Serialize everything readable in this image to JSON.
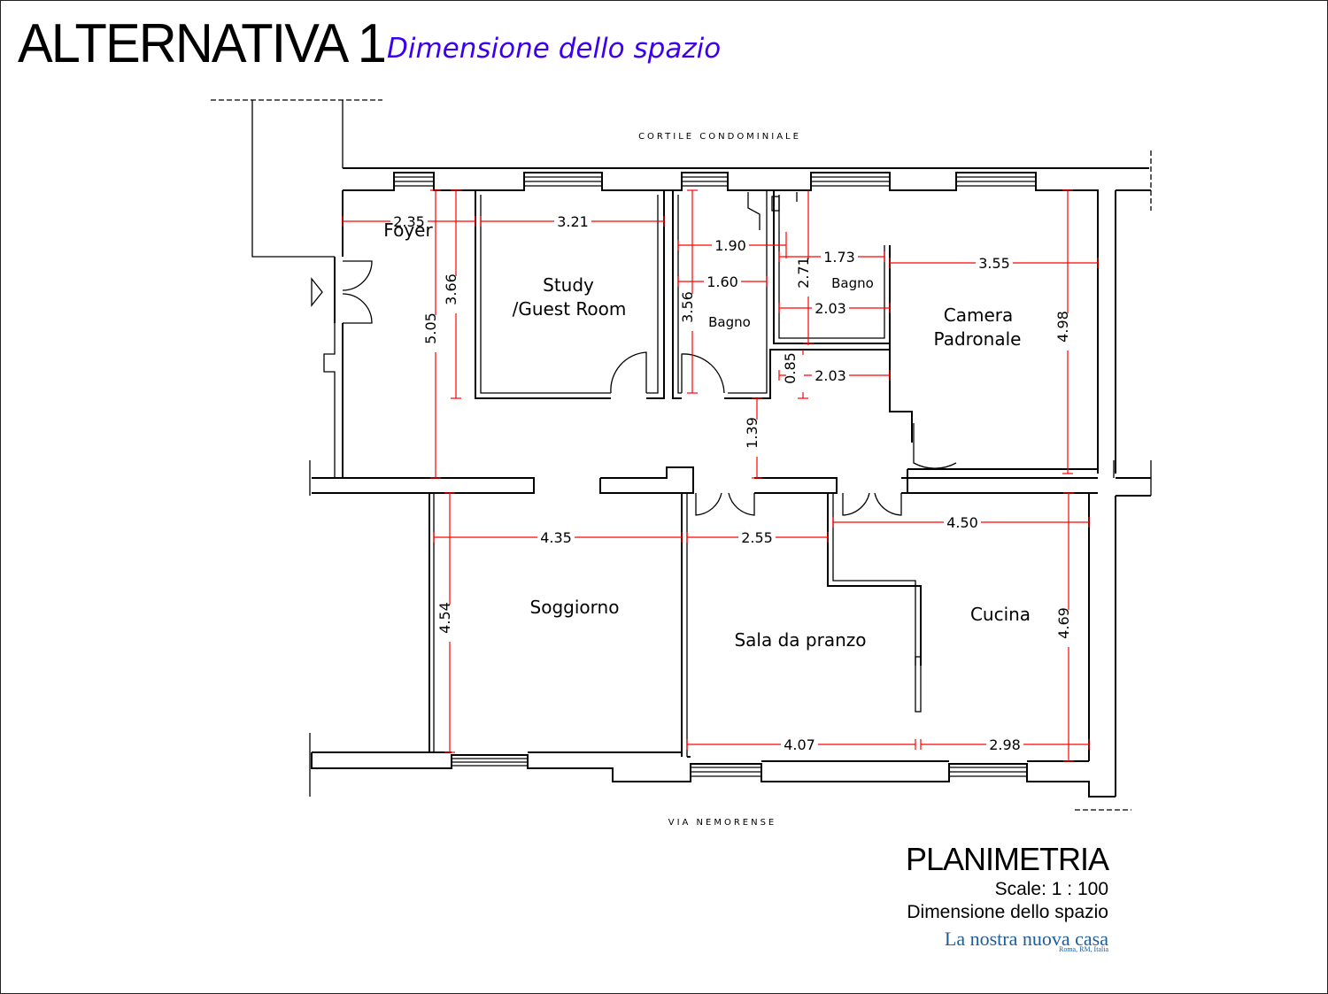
{
  "header": {
    "title": "ALTERNATIVA 1",
    "subtitle": "Dimensione dello spazio"
  },
  "plan": {
    "street_top": "CORTILE CONDOMINIALE",
    "street_bottom": "VIA NEMORENSE",
    "rooms": {
      "foyer": "Foyer",
      "study_line1": "Study",
      "study_line2": "/Guest Room",
      "bagno_left": "Bagno",
      "bagno_right": "Bagno",
      "camera_line1": "Camera",
      "camera_line2": "Padronale",
      "soggiorno": "Soggiorno",
      "sala": "Sala da pranzo",
      "cucina": "Cucina"
    },
    "dimensions": {
      "foyer_w": "2.35",
      "study_w": "3.21",
      "bagno_l_top": "1.90",
      "bagno_r_top": "1.73",
      "bagno_r_h": "2.71",
      "bagno_l_mid": "1.60",
      "bagno_l_h": "3.56",
      "bagno_r_w": "2.03",
      "closet_w": "2.03",
      "closet_h": "0.85",
      "camera_w": "3.55",
      "camera_h": "4.98",
      "study_h": "3.66",
      "foyer_h": "5.05",
      "corridor_h": "1.39",
      "soggiorno_w": "4.35",
      "sala_w": "2.55",
      "cucina_w": "4.50",
      "soggiorno_h": "4.54",
      "cucina_h": "4.69",
      "sala_bottom": "4.07",
      "cucina_bottom": "2.98"
    }
  },
  "title_block": {
    "title": "PLANIMETRIA",
    "scale": "Scale: 1 : 100",
    "subtitle": "Dimensione dello spazio",
    "brand": "La nostra nuova casa",
    "location": "Roma, RM, Italia"
  }
}
